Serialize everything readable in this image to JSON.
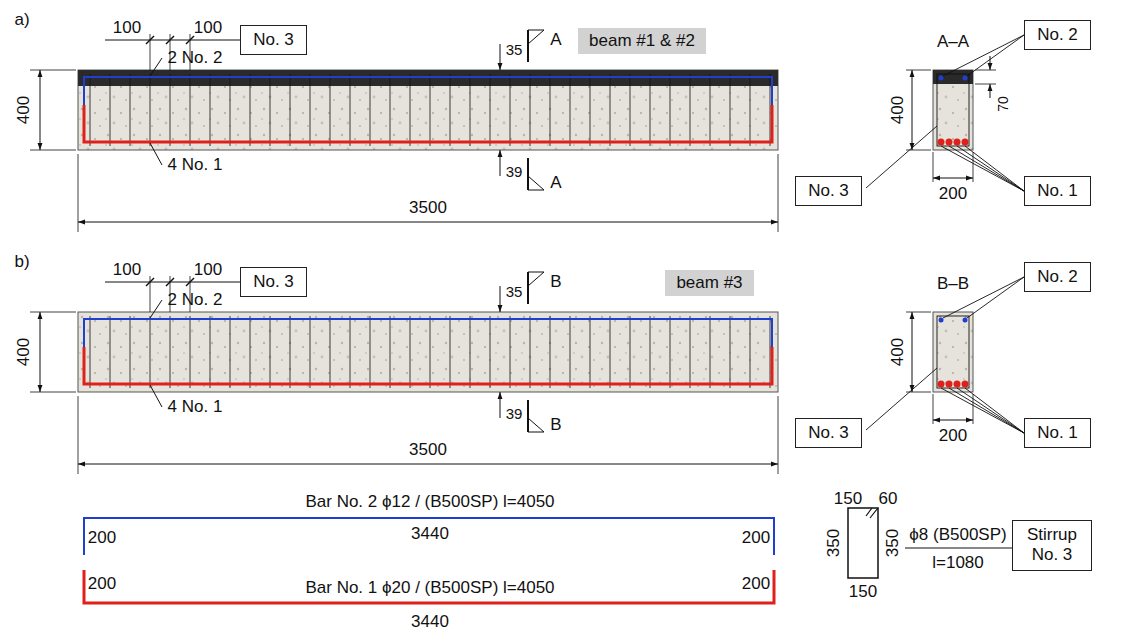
{
  "diagram": {
    "nodes": [
      {
        "text": [
          "No. 3"
        ]
      },
      {
        "text": [
          "beam #1 & #2"
        ]
      },
      {
        "text": [
          "No. 2"
        ]
      },
      {
        "text": [
          "No. 3"
        ]
      },
      {
        "text": [
          "No. 1"
        ]
      },
      {
        "text": [
          "No. 3"
        ]
      },
      {
        "text": [
          "beam #3"
        ]
      },
      {
        "text": [
          "No. 2"
        ]
      },
      {
        "text": [
          "No. 3"
        ]
      },
      {
        "text": [
          "No. 1"
        ]
      },
      {
        "text": [
          "Stirrup No. 3"
        ]
      }
    ],
    "labels": [
      "a)",
      "100",
      "100",
      "400",
      "2 No. 2",
      "35",
      "A",
      "A",
      "39",
      "4 No. 1",
      "3500",
      "A–A",
      "400",
      "70",
      "200",
      "b)",
      "100",
      "100",
      "400",
      "2 No. 2",
      "35",
      "B",
      "B",
      "39",
      "4 No. 1",
      "3500",
      "B–B",
      "400",
      "200",
      "200",
      "3440",
      "200",
      "Bar No. 2 ϕ12 / (B500SP) l=4050",
      "200",
      "Bar No. 1 ϕ20 / (B500SP) l=4050",
      "200",
      "3440",
      "150",
      "60",
      "350",
      "350",
      "150",
      "ϕ8 (B500SP)",
      "l=1080"
    ]
  }
}
